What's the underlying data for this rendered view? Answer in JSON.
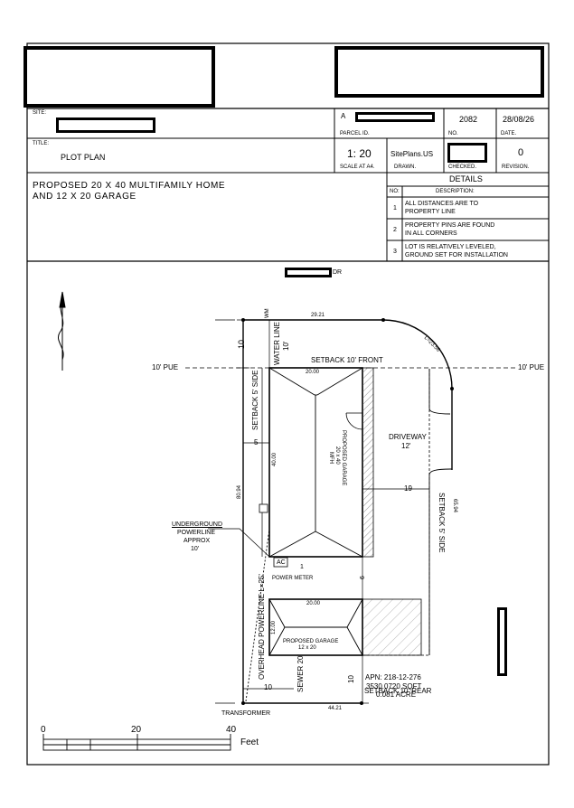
{
  "title_block": {
    "site_label": "SITE:",
    "parcel_id_label": "PARCEL ID.",
    "parcel_id_value": "A",
    "no_value": "2082",
    "no_label": "NO.",
    "date_value": "28/08/26",
    "date_label": "DATE.",
    "title_label": "TITLE:",
    "title_value": "PLOT PLAN",
    "scale_value": "1: 20",
    "scale_label": "SCALE AT A4.",
    "drawn_value": "SitePlans.US",
    "drawn_label": "DRAWN.",
    "checked_label": "CHECKED.",
    "revision_value": "0",
    "revision_label": "REVISION."
  },
  "description": {
    "line1": "PROPOSED 20 X 40 MULTIFAMILY HOME",
    "line2": "AND 12 X 20 GARAGE"
  },
  "details": {
    "heading": "DETAILS",
    "no_header": "NO:",
    "desc_header": "DESCRIPTION:",
    "rows": [
      {
        "no": "1",
        "line1": "ALL DISTANCES ARE TO",
        "line2": "PROPERTY LINE"
      },
      {
        "no": "2",
        "line1": "PROPERTY PINS ARE FOUND",
        "line2": "IN ALL CORNERS"
      },
      {
        "no": "3",
        "line1": "LOT IS RELATIVELY LEVELED,",
        "line2": "GROUND SET FOR  INSTALLATION"
      }
    ]
  },
  "plan": {
    "road_suffix": "DR",
    "top_boundary": "29.21",
    "bottom_boundary": "44.21",
    "left_boundary": "80.94",
    "right_boundary": "65.94",
    "arc_label": "L=23.56",
    "pue_left": "10' PUE",
    "pue_right": "10' PUE",
    "water_line": "WATER LINE",
    "water_line_dist": "10'",
    "wm": "WM",
    "front_depth": "10",
    "setback_front": "SETBACK 10' FRONT",
    "setback_side_left": "SETBACK  5' SIDE",
    "setback_side_right": "SETBACK  5' SIDE",
    "setback_rear": "SETBACK 10' REAR",
    "home_width": "20.00",
    "home_depth": "40.00",
    "home_label1": "PROPOSED GARAGE",
    "home_label2": "20 x 40",
    "home_label3": "MFH",
    "left_side_dist": "5",
    "driveway": "DRIVEWAY",
    "driveway_width": "12'",
    "right_dist": "19",
    "underground_1": "UNDERGROUND",
    "underground_2": "POWERLINE",
    "underground_3": "APPROX",
    "underground_4": "10'",
    "ac": "AC",
    "ac_dist": "1",
    "power_meter": "POWER METER",
    "gap_dist": "6",
    "overhead": "OVERHEAD POWERLINE L=25'",
    "garage_width": "20.00",
    "garage_depth": "12.00",
    "garage_label1": "PROPOSED GARAGE",
    "garage_label2": "12 x 20",
    "sewer": "SEWER 20'",
    "rear_dist": "10",
    "bottom_left_dist": "10",
    "apn": "APN: 218-12-276",
    "sqft": "3530.0720 SQFT",
    "acre": "0.081 ACRE",
    "transformer": "TRANSFORMER"
  },
  "scale_bar": {
    "tick0": "0",
    "tick20": "20",
    "tick40": "40",
    "unit": "Feet"
  }
}
